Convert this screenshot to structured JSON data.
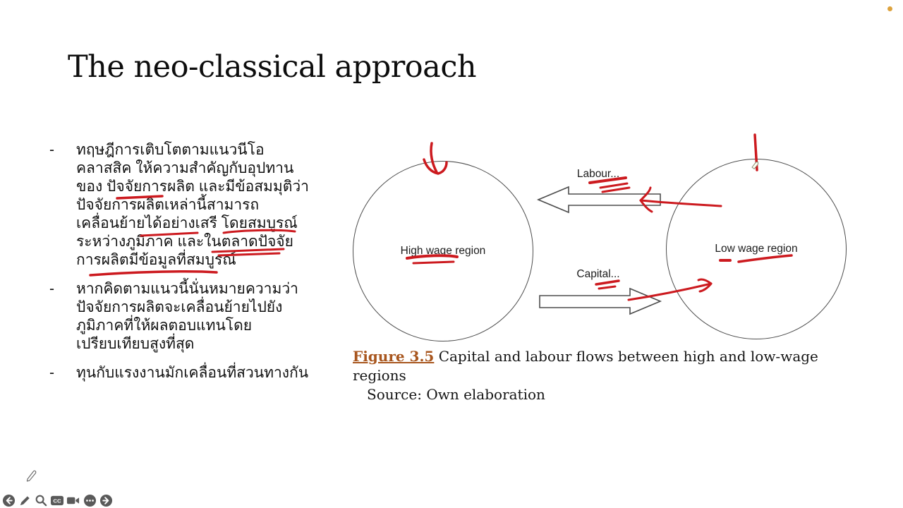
{
  "slide": {
    "title": "The neo-classical approach",
    "bullet_marker": "-",
    "bullets": [
      {
        "lines": [
          "ทฤษฎีการเติบโตตามแนวนีโอ",
          "คลาสสิค ให้ความสำคัญกับอุปทาน",
          "ของ ปัจจัยการผลิต และมีข้อสมมุติว่า",
          "ปัจจัยการผลิตเหล่านี้สามารถ",
          "เคลื่อนย้ายได้อย่างเสรี โดยสมบูรณ์",
          "ระหว่างภูมิภาค และในตลาดปัจจัย",
          "การผลิตมีข้อมูลที่สมบูรณ์"
        ]
      },
      {
        "lines": [
          "หากคิดตามแนวนี้นั่นหมายความว่า",
          "ปัจจัยการผลิตจะเคลื่อนย้ายไปยัง",
          "ภูมิภาคที่ให้ผลตอบแทนโดย",
          "เปรียบเทียบสูงที่สุด"
        ]
      },
      {
        "lines": [
          "ทุนกับแรงงานมักเคลื่อนที่สวนทางกัน"
        ]
      }
    ]
  },
  "diagram": {
    "left_region_label": "High wage region",
    "right_region_label": "Low wage region",
    "labour_flow_label": "Labour...",
    "capital_flow_label": "Capital...",
    "outline_color": "#4d4d4d",
    "annotation_ink_color": "#cc1a1f"
  },
  "caption": {
    "figure_ref": "Figure 3.5",
    "figure_ref_color": "#a8561e",
    "text": " Capital and labour flows between high and low-wage regions",
    "source": "Source: Own elaboration"
  },
  "chrome": {
    "recording_dot_color": "#dda23d",
    "toolbar": {
      "cc_label": "CC",
      "icon_color": "#5a5a5a",
      "buttons": [
        {
          "name": "previous-slide"
        },
        {
          "name": "pen-tool"
        },
        {
          "name": "zoom-search"
        },
        {
          "name": "closed-captions"
        },
        {
          "name": "camera"
        },
        {
          "name": "more-options"
        },
        {
          "name": "next-slide"
        }
      ]
    }
  }
}
